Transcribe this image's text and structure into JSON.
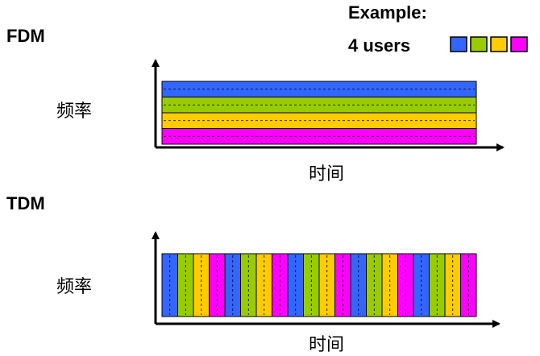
{
  "fdm": {
    "title": "FDM",
    "ylabel": "频率",
    "xlabel": "时间"
  },
  "tdm": {
    "title": "TDM",
    "ylabel": "频率",
    "xlabel": "时间"
  },
  "example": {
    "title": "Example:",
    "users_label": "4 users"
  },
  "colors": [
    "#3366ff",
    "#99cc00",
    "#ffcc00",
    "#ff00ff"
  ],
  "tdm_slots": 20
}
